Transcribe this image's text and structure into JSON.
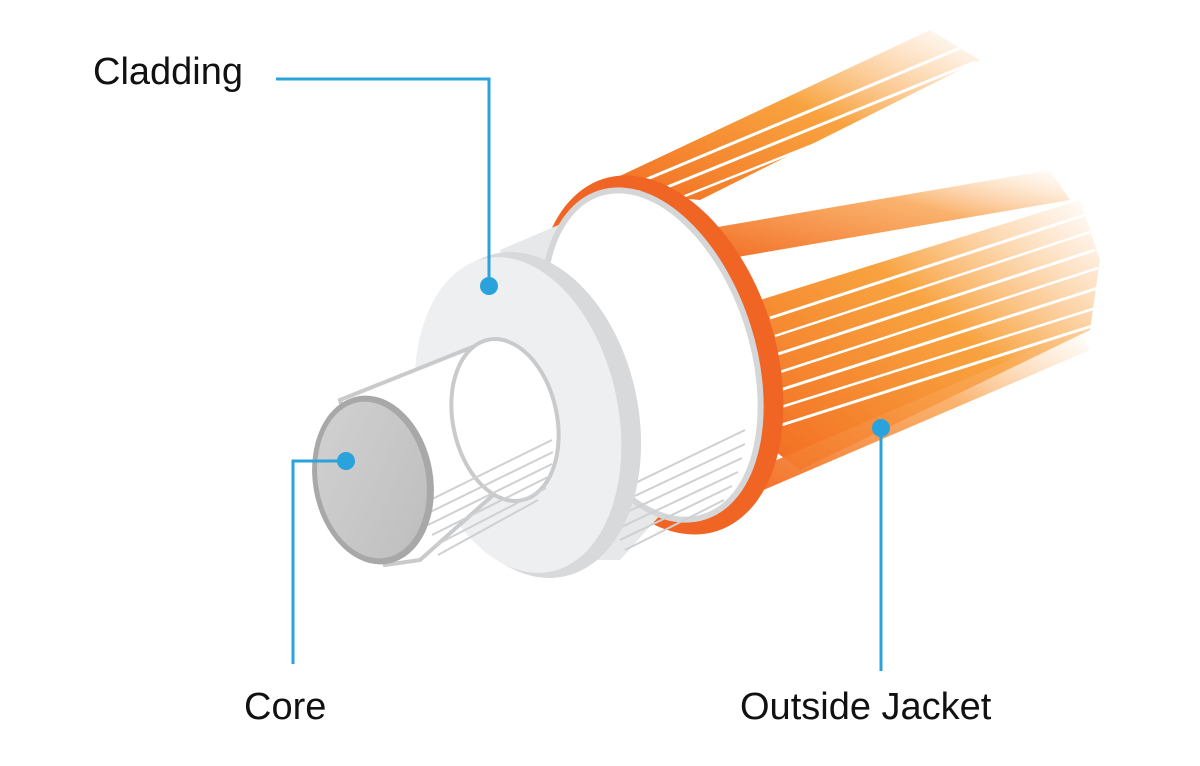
{
  "labels": {
    "cladding": "Cladding",
    "core": "Core",
    "outside_jacket": "Outside Jacket"
  },
  "colors": {
    "leader_line": "#2aa3dc",
    "jacket_orange": "#f06424",
    "strand_orange": "#f7931e",
    "cladding_gray": "#eeeff0",
    "core_gray": "#c8c8c9",
    "core_rim": "#9a9a9a"
  },
  "components": [
    "core",
    "cladding",
    "outside-jacket"
  ]
}
